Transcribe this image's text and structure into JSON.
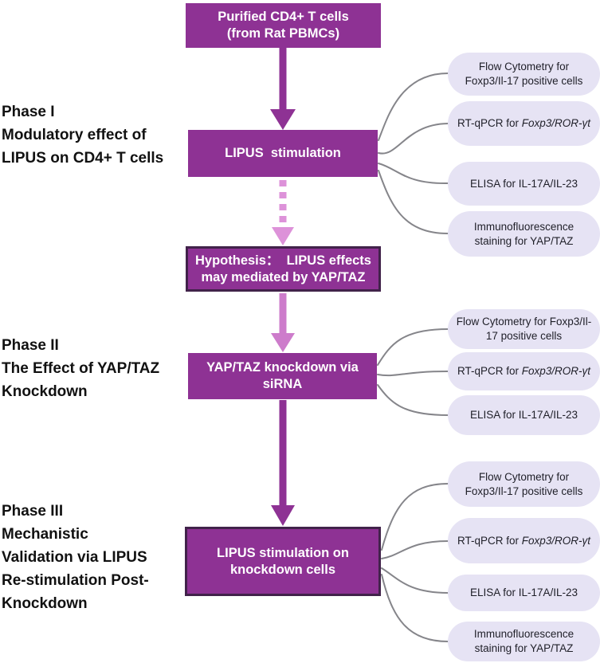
{
  "diagram_title": "LIPUS study workflow (Phase I-III)",
  "colors": {
    "box_fill": "#8E3294",
    "box_dark_border": "#41224A",
    "arrow_dark": "#8E3294",
    "arrow_light_solid": "#CD7CCB",
    "arrow_light_dashed": "#DD92D9",
    "bubble_fill": "#E6E3F4",
    "connector_gray": "#85858A",
    "label_text": "#111111"
  },
  "phase_labels": {
    "phase1": {
      "line1": "Phase I",
      "line2": "Modulatory effect of",
      "line3": "LIPUS on CD4+ T cells"
    },
    "phase2": {
      "line1": "Phase II",
      "line2": "The Effect of YAP/TAZ",
      "line3": "Knockdown"
    },
    "phase3": {
      "line1": "Phase III",
      "line2": "Mechanistic",
      "line3": "Validation via LIPUS",
      "line4": "Re-stimulation Post-",
      "line5": "Knockdown"
    }
  },
  "boxes": {
    "purified_cells": {
      "line1": "Purified CD4+ T cells",
      "line2": "(from Rat PBMCs)"
    },
    "lipus_stimulation": {
      "line1": "LIPUS  stimulation"
    },
    "hypothesis": {
      "line1": "Hypothesis：  LIPUS effects",
      "line2": "may mediated by YAP/TAZ"
    },
    "yaptaz_knockdown": {
      "line1": "YAP/TAZ knockdown via",
      "line2": "siRNA"
    },
    "lipus_on_knockdown": {
      "line1": "LIPUS stimulation on",
      "line2": "knockdown cells"
    }
  },
  "assays": {
    "phase1": [
      {
        "line1": "Flow Cytometry for",
        "line2": "Foxp3/Il-17 positive cells"
      },
      {
        "prefix": "RT-qPCR for ",
        "gene": "Foxp3/ROR-γt"
      },
      {
        "text": "ELISA for IL-17A/IL-23"
      },
      {
        "line1": "Immunofluorescence",
        "line2": "staining for YAP/TAZ"
      }
    ],
    "phase2": [
      {
        "line1": "Flow Cytometry for Foxp3/Il-",
        "line2": "17 positive cells"
      },
      {
        "prefix": "RT-qPCR for ",
        "gene": "Foxp3/ROR-γt"
      },
      {
        "text": "ELISA for IL-17A/IL-23"
      }
    ],
    "phase3": [
      {
        "line1": "Flow Cytometry for",
        "line2": "Foxp3/Il-17 positive cells"
      },
      {
        "prefix": "RT-qPCR for ",
        "gene": "Foxp3/ROR-γt"
      },
      {
        "text": "ELISA for IL-17A/IL-23"
      },
      {
        "line1": "Immunofluorescence",
        "line2": "staining for YAP/TAZ"
      }
    ]
  }
}
